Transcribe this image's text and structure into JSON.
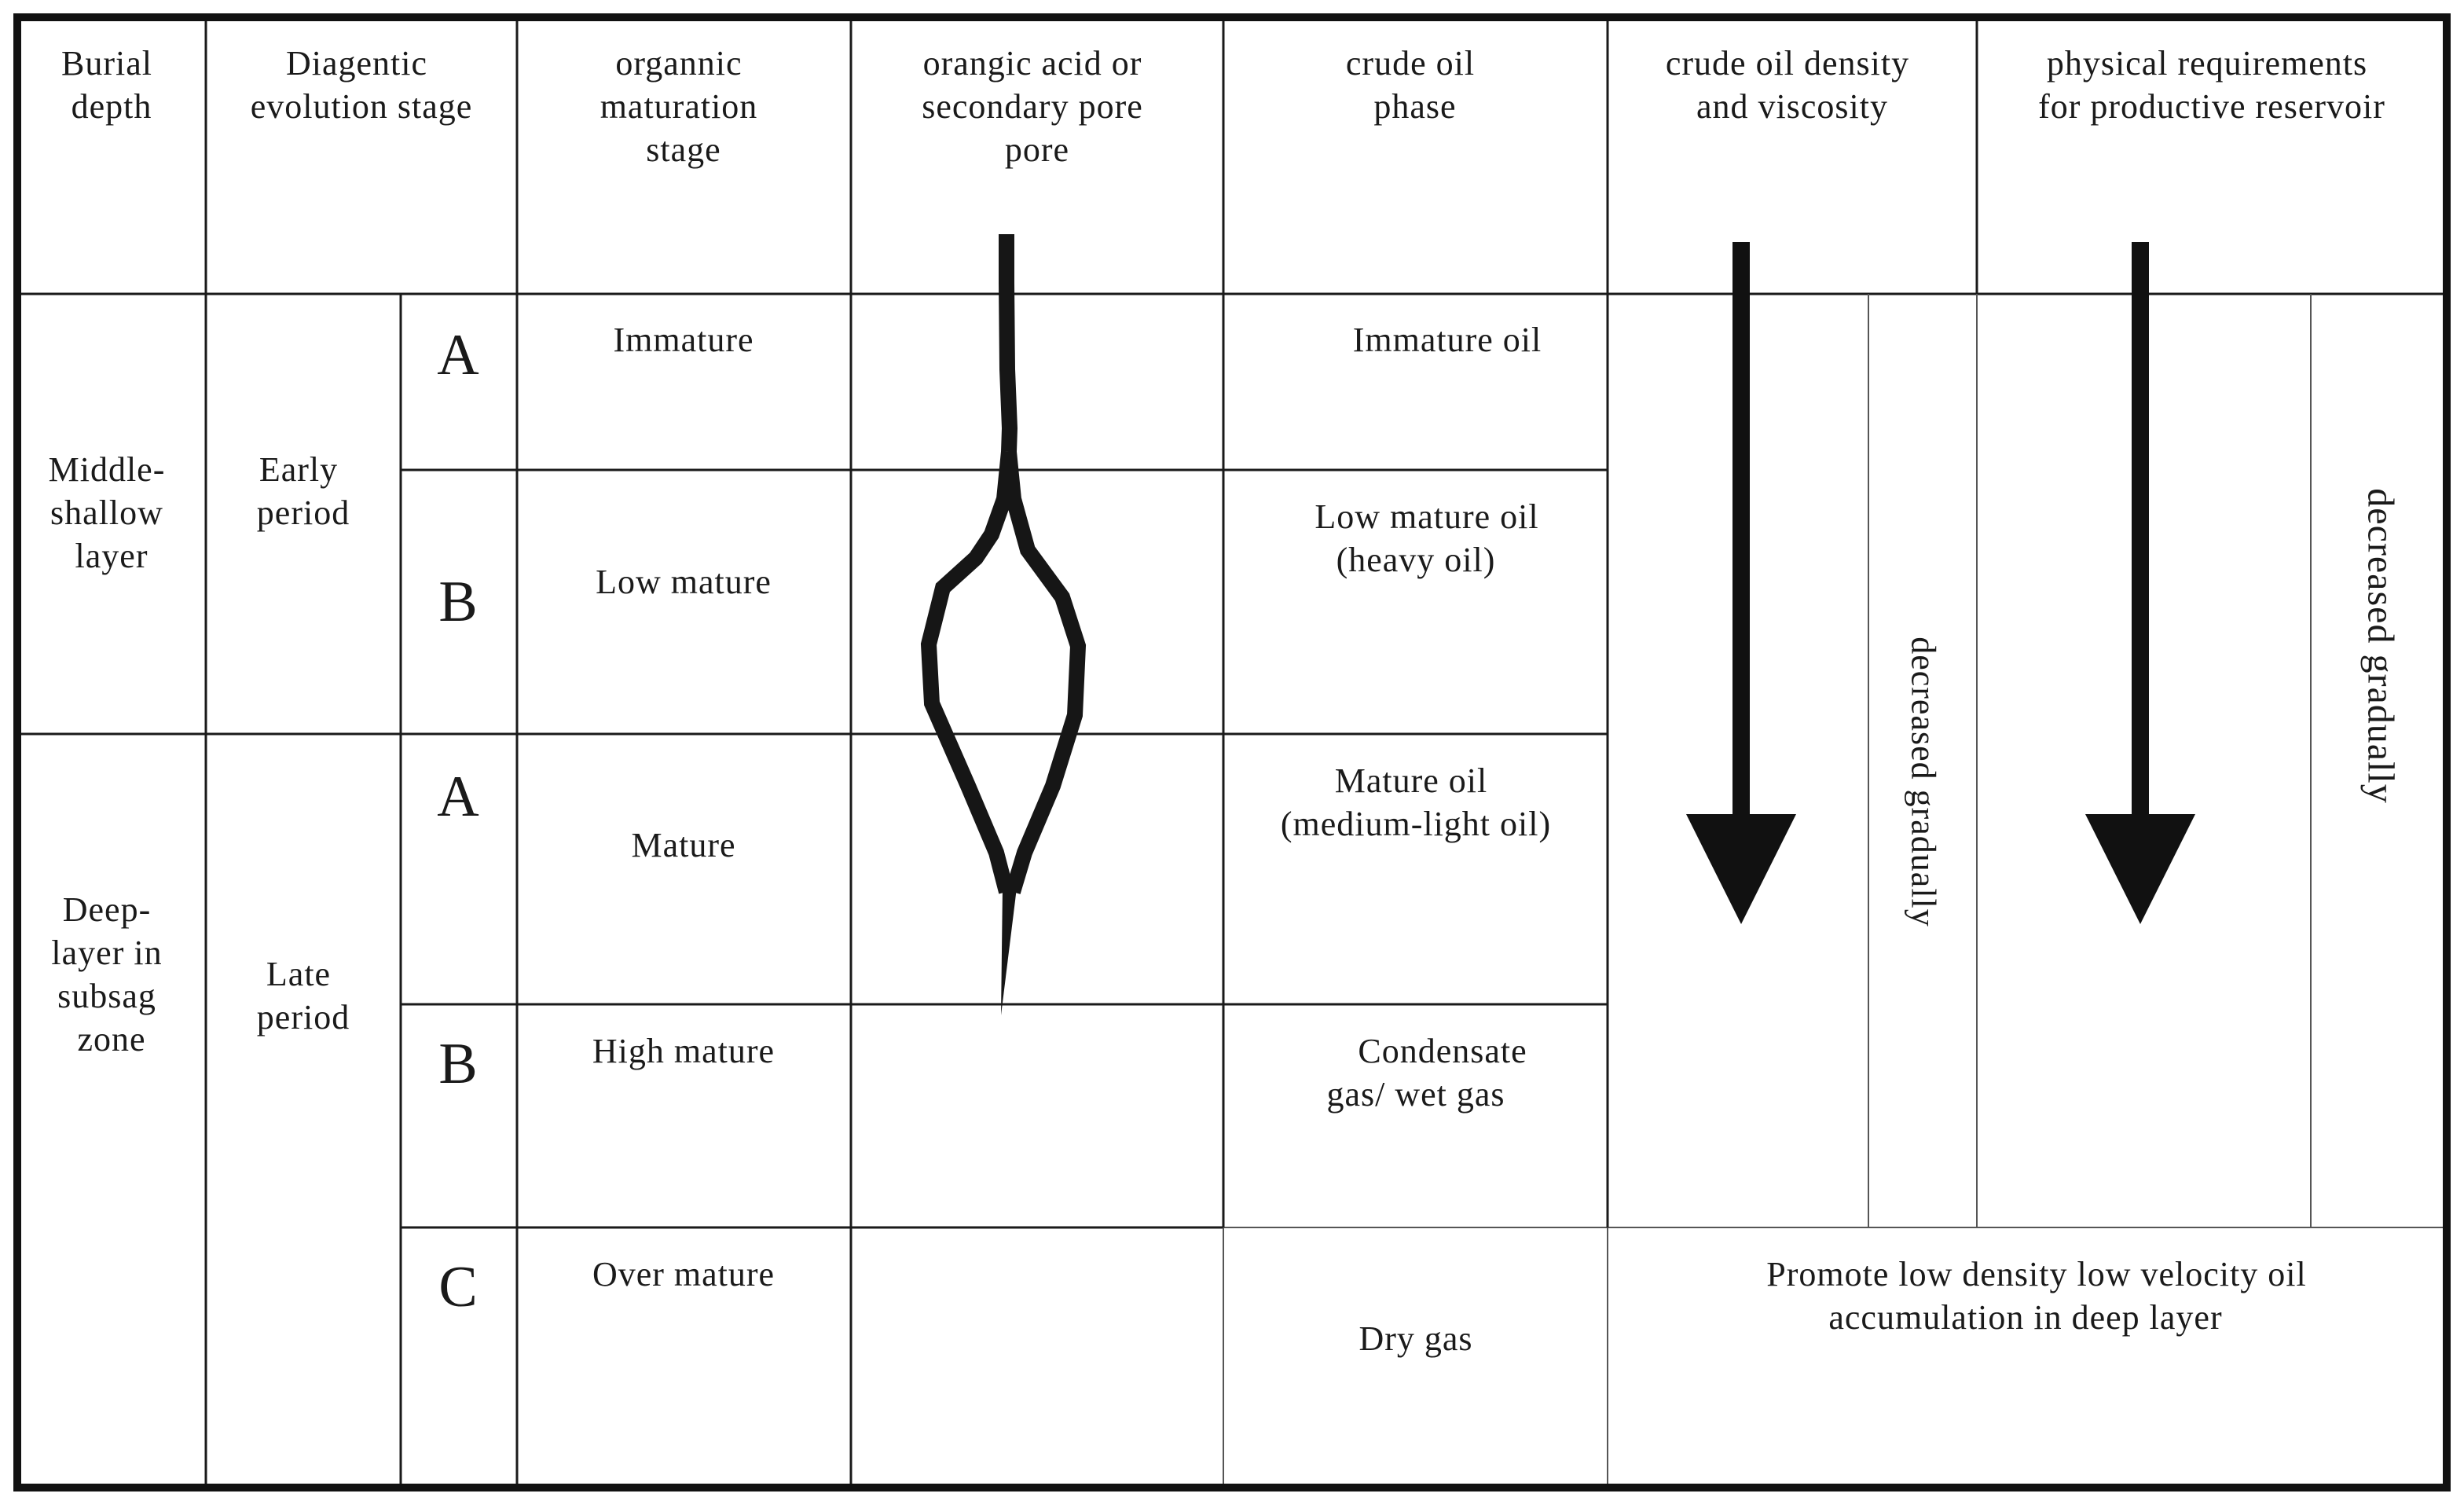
{
  "headers": {
    "burial_depth": [
      "Burial",
      "depth"
    ],
    "diagenetic_stage": [
      "Diagentic",
      "evolution stage"
    ],
    "organic_maturation": [
      "organnic",
      "maturation",
      "stage"
    ],
    "acid_pore": [
      "orangic acid or",
      "secondary pore",
      "pore"
    ],
    "oil_phase": [
      "crude oil",
      "phase"
    ],
    "density_viscosity": [
      "crude oil density",
      "and  viscosity"
    ],
    "physical_requirements": [
      "physical requirements",
      "for productive reservoir"
    ]
  },
  "burial_depth": {
    "middle_shallow": [
      "Middle-",
      "shallow",
      "layer"
    ],
    "deep_subsag": [
      "Deep-",
      "layer in",
      "subsag",
      "zone"
    ]
  },
  "diagenetic_periods": {
    "early": [
      "Early",
      "period"
    ],
    "late": [
      "Late",
      "period"
    ]
  },
  "substages": [
    "A",
    "B",
    "A",
    "B",
    "C"
  ],
  "maturation_stages": [
    "Immature",
    "Low mature",
    "Mature",
    "High mature",
    "Over mature"
  ],
  "oil_phases": [
    [
      "Immature oil"
    ],
    [
      "Low mature oil",
      "(heavy oil)"
    ],
    [
      "Mature oil",
      "(medium-light oil)"
    ],
    [
      "Condensate",
      "gas/ wet gas"
    ],
    [
      "Dry gas"
    ]
  ],
  "trend_labels": {
    "density": "decreased gradually",
    "physical": "decreased gradually"
  },
  "conclusion": [
    "Promote low density low velocity oil",
    "accumulation in deep layer"
  ],
  "colors": {
    "line": "#1a1a1a",
    "background": "#ffffff"
  }
}
